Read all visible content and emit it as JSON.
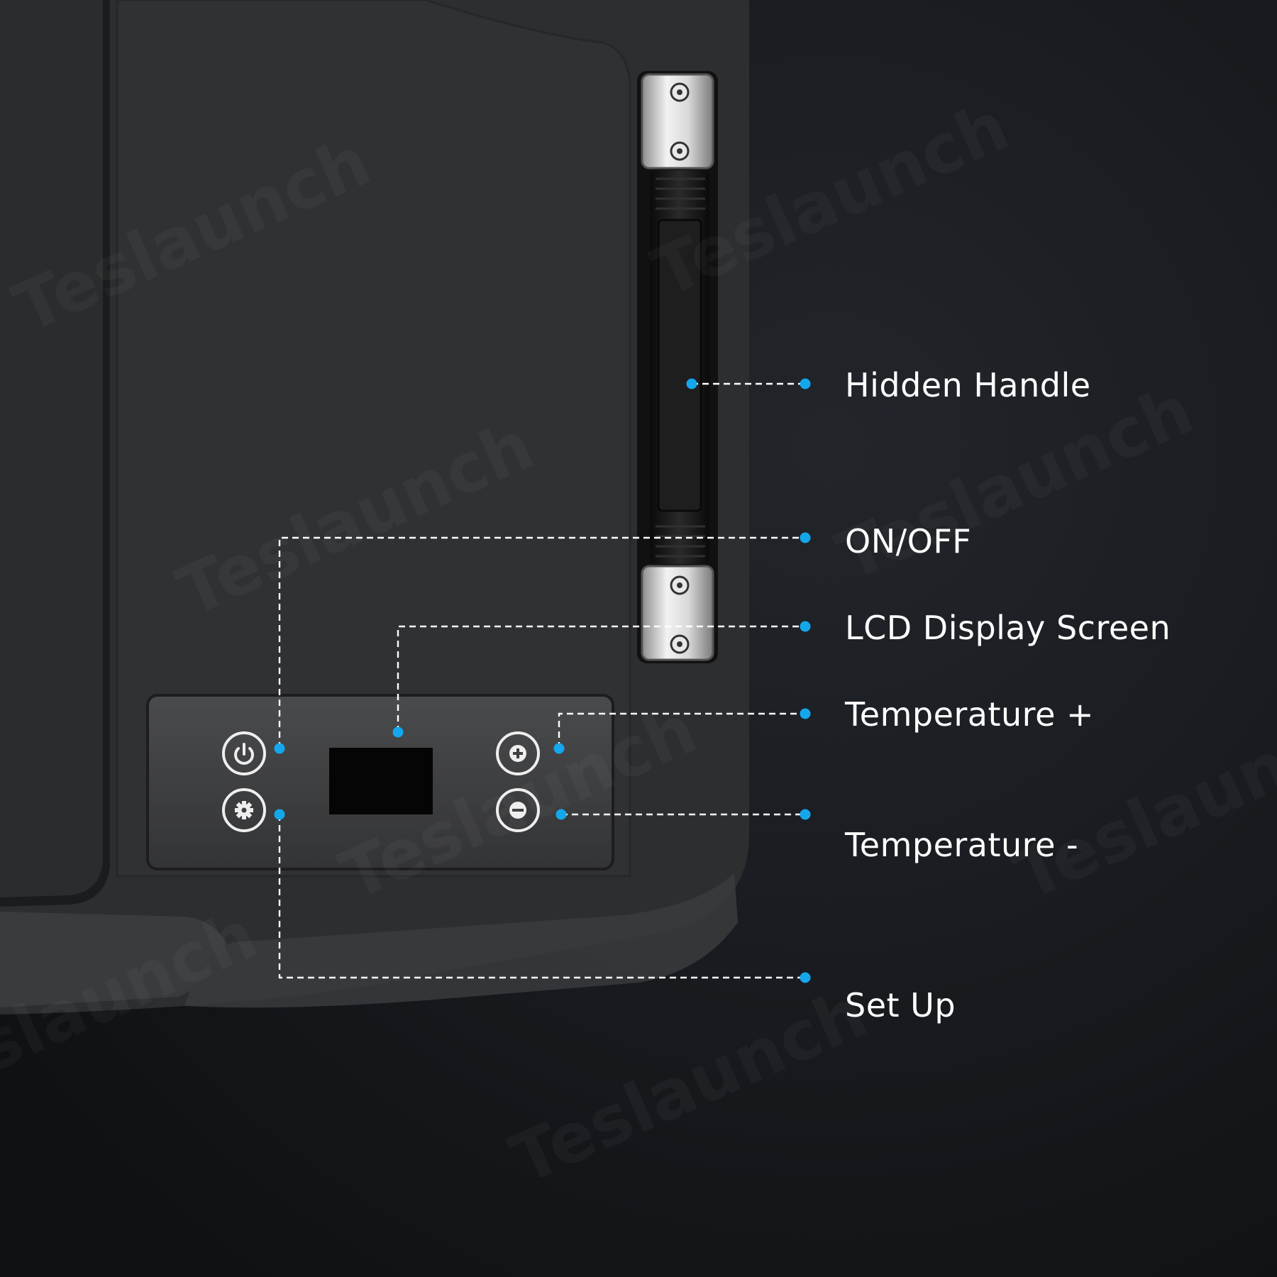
{
  "watermark": "Teslaunch",
  "colors": {
    "accent": "#14a7ec",
    "body": "#2e2f31",
    "panel": "#3b3c3e",
    "screen": "#050505",
    "leader": "#ffffff",
    "background": "#141619"
  },
  "callouts": [
    {
      "id": "hidden-handle",
      "label": "Hidden Handle"
    },
    {
      "id": "on-off",
      "label": "ON/OFF"
    },
    {
      "id": "lcd-display-screen",
      "label": "LCD Display Screen"
    },
    {
      "id": "temperature-plus",
      "label": "Temperature +"
    },
    {
      "id": "temperature-minus",
      "label": "Temperature -"
    },
    {
      "id": "set-up",
      "label": "Set Up"
    }
  ],
  "buttons": [
    {
      "id": "power",
      "icon": "power-icon"
    },
    {
      "id": "settings",
      "icon": "gear-icon"
    },
    {
      "id": "plus",
      "icon": "plus-icon"
    },
    {
      "id": "minus",
      "icon": "minus-icon"
    }
  ]
}
